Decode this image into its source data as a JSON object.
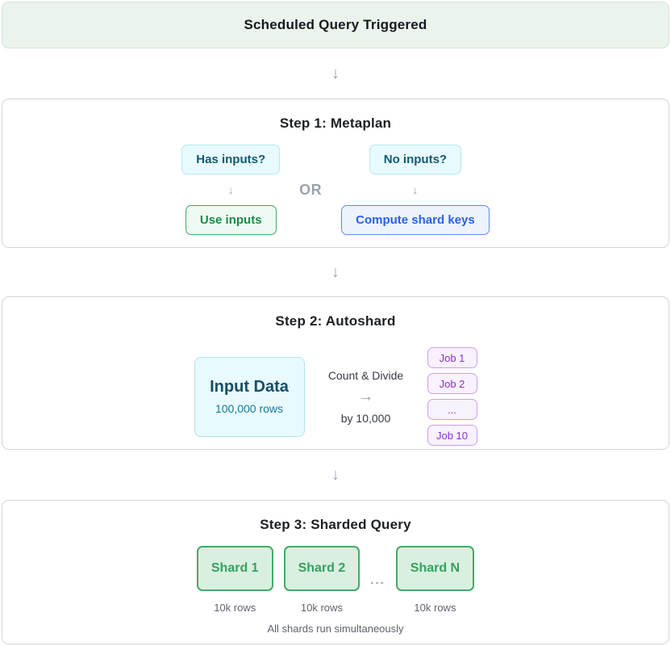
{
  "glyphs": {
    "down_arrow": "↓",
    "right_arrow": "→"
  },
  "colors": {
    "banner_bg": "#eaf4ec",
    "banner_border": "#cfe5d5",
    "card_border": "#d5d5d5",
    "cyan_bg": "#e8fafd",
    "cyan_border": "#b3e9f2",
    "cyan_text": "#0f5a70",
    "green_bg": "#edf9f1",
    "green_border": "#41aa67",
    "green_text": "#1c8a49",
    "blue_bg": "#edf3fd",
    "blue_border": "#5c8df0",
    "blue_text": "#2961e9",
    "purple_bg": "#f8f1fe",
    "purple_border": "#cc9ef2",
    "purple_text": "#8c2fd4",
    "shard_bg": "#d9f0e0",
    "shard_border": "#46a967",
    "shard_text": "#35a060",
    "muted_gray": "#9aa2ac",
    "text_gray": "#5e646c",
    "dark_text": "#1c2025"
  },
  "trigger": {
    "label": "Scheduled Query Triggered"
  },
  "steps": [
    {
      "title": "Step 1: Metaplan",
      "branches": {
        "or_label": "OR",
        "left": {
          "condition": "Has inputs?",
          "action": "Use inputs"
        },
        "right": {
          "condition": "No inputs?",
          "action": "Compute shard keys"
        }
      }
    },
    {
      "title": "Step 2: Autoshard",
      "input_box": {
        "title": "Input Data",
        "subtitle": "100,000 rows"
      },
      "transform": {
        "label_top": "Count & Divide",
        "arrow": "→",
        "label_bottom": "by 10,000"
      },
      "jobs": [
        "Job 1",
        "Job 2",
        "...",
        "Job 10"
      ]
    },
    {
      "title": "Step 3: Sharded Query",
      "shards": [
        {
          "label": "Shard 1",
          "rows": "10k rows"
        },
        {
          "label": "Shard 2",
          "rows": "10k rows"
        },
        {
          "label": "Shard N",
          "rows": "10k rows"
        }
      ],
      "ellipsis": "...",
      "footnote": "All shards run simultaneously"
    }
  ]
}
